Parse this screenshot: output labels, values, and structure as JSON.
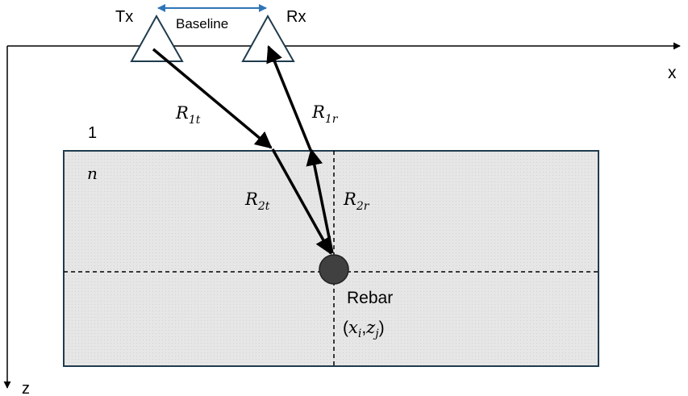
{
  "antennas": {
    "tx_label": "Tx",
    "rx_label": "Rx",
    "baseline_label": "Baseline"
  },
  "axes": {
    "x_label": "x",
    "z_label": "z"
  },
  "media": {
    "top_index": "1",
    "lower_index": "n"
  },
  "rays": {
    "r1t_base": "R",
    "r1t_sub": "1t",
    "r1r_base": "R",
    "r1r_sub": "1r",
    "r2t_base": "R",
    "r2t_sub": "2t",
    "r2r_base": "R",
    "r2r_sub": "2r"
  },
  "target": {
    "label": "Rebar",
    "coords_open": "(",
    "x_base": "x",
    "x_sub": "i",
    "comma": ",",
    "z_base": "z",
    "z_sub": "j",
    "coords_close": ")"
  },
  "colors": {
    "line": "#000000",
    "antenna": "#1f3b4d",
    "slab_fill": "#e3e3e3",
    "slab_border": "#1f3b4d",
    "baseline_arrow": "#2e75b6",
    "rebar": "#404040"
  }
}
